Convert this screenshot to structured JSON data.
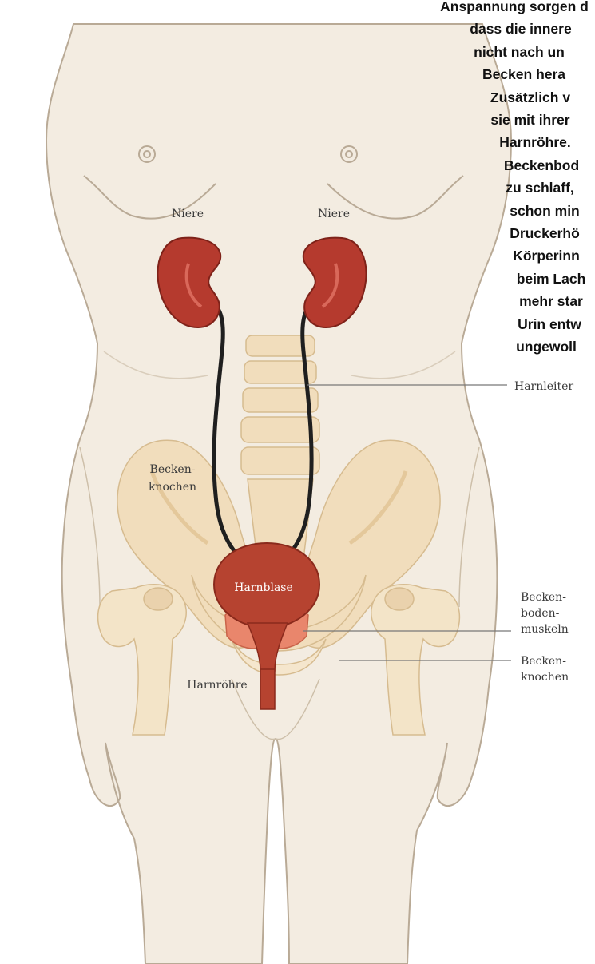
{
  "figure": {
    "labels": {
      "kidney_left": "Niere",
      "kidney_right": "Niere",
      "ureter": "Harnleiter",
      "pelvic_bone_left_l1": "Becken-",
      "pelvic_bone_left_l2": "knochen",
      "bladder": "Harnblase",
      "pelvic_floor_l1": "Becken-",
      "pelvic_floor_l2": "boden-",
      "pelvic_floor_l3": "muskeln",
      "pelvic_bone_right_l1": "Becken-",
      "pelvic_bone_right_l2": "knochen",
      "urethra": "Harnröhre"
    },
    "colors": {
      "skin": "#f3ece1",
      "skin_outline": "#b9aa96",
      "kidney": "#b53a2e",
      "bladder": "#b64330",
      "muscle": "#e9866c",
      "bone": "#f1ddbc",
      "bone_shade": "#e4c89b",
      "ureter": "#1f1f1f"
    }
  },
  "caption_lines": [
    "Anspannung sorgen d",
    "dass die innere",
    "nicht nach un",
    "Becken hera",
    "Zusätzlich v",
    "sie mit ihrer",
    "Harnröhre.",
    "Beckenbod",
    "zu schlaff,",
    "schon min",
    "Druckerhö",
    "Körperinn",
    "beim Lach",
    "mehr star",
    "Urin entw",
    "ungewoll"
  ]
}
